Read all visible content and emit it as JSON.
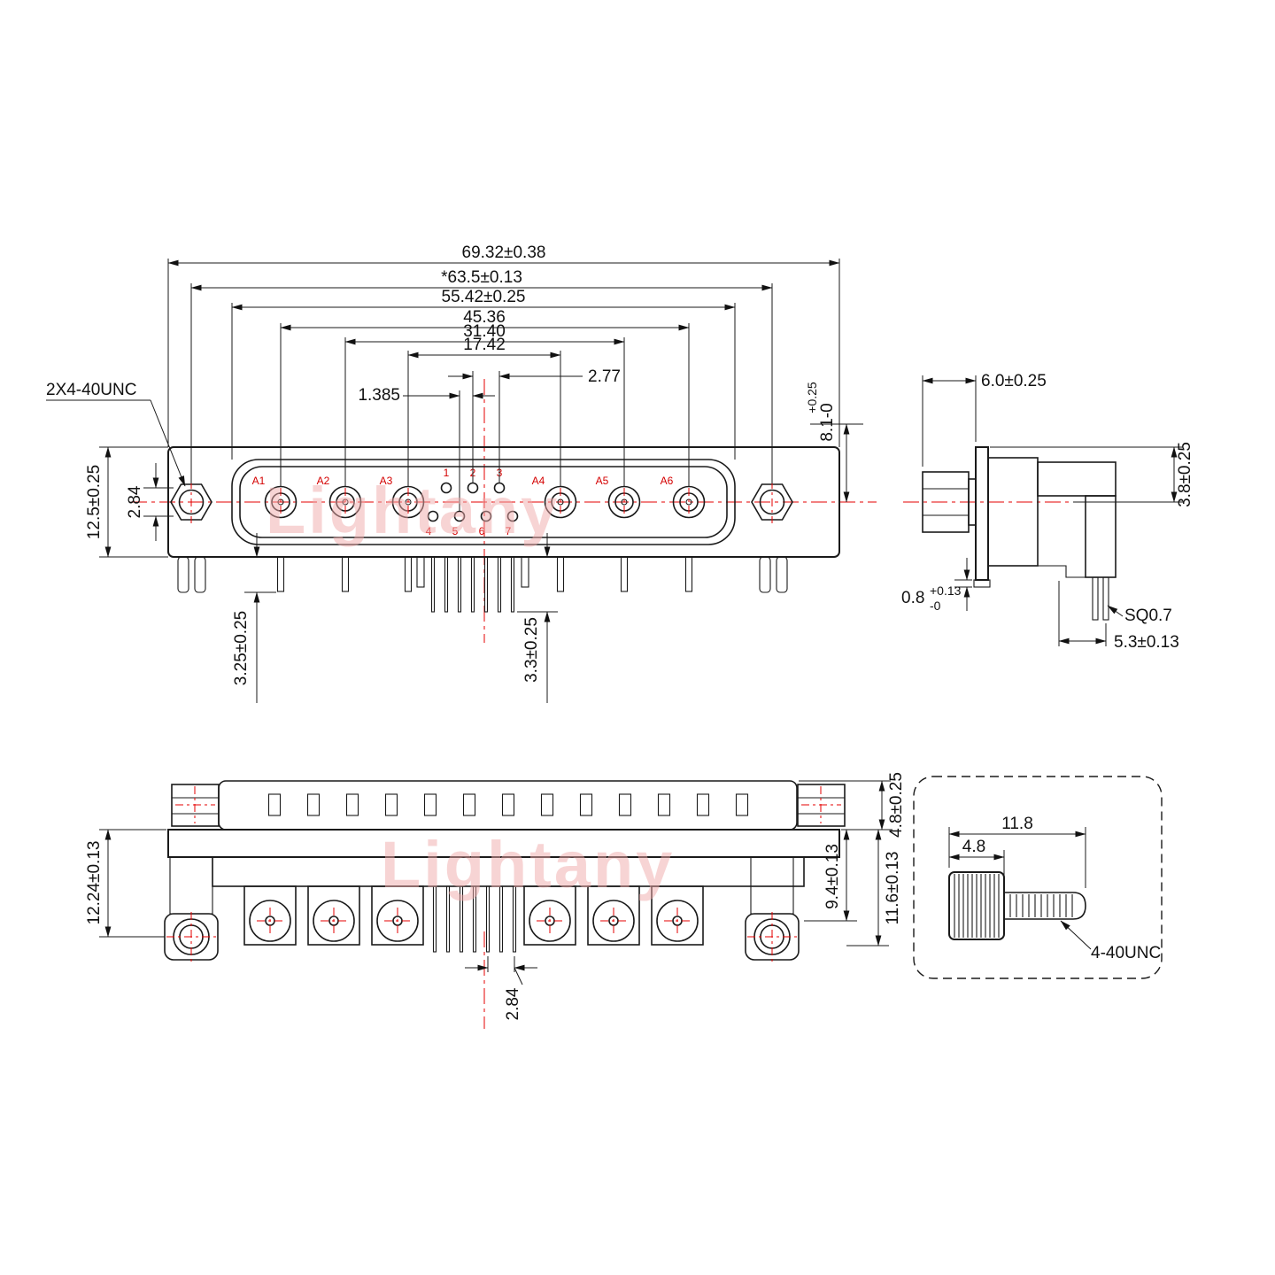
{
  "watermark": {
    "text": "Lightany"
  },
  "front": {
    "thread_label": "2X4-40UNC",
    "contacts": [
      "A1",
      "A2",
      "A3",
      "A4",
      "A5",
      "A6"
    ],
    "pins_top": [
      "1",
      "2",
      "3"
    ],
    "pins_bottom": [
      "4",
      "5",
      "6",
      "7"
    ],
    "dims": {
      "overall_width": "69.32±0.38",
      "mount_span": "*63.5±0.13",
      "shell_width": "55.42±0.25",
      "span_45_36": "45.36",
      "span_31_40": "31.40",
      "span_17_42": "17.42",
      "pin_pitch": "2.77",
      "pin_half_pitch": "1.385",
      "flange_height": "12.5±0.25",
      "row_offset": "2.84",
      "shell_height_tol": "+0.25",
      "shell_height": "8.1-0",
      "coax_pin_length": "3.25±0.25",
      "signal_pin_length": "3.3±0.25"
    }
  },
  "side": {
    "dims": {
      "front_depth": "6.0±0.25",
      "tail_height": "3.8±0.25",
      "standoff": "0.8",
      "standoff_tol_plus": "+0.13",
      "standoff_tol_minus": "-0",
      "pin_square": "SQ0.7",
      "pin_offset": "5.3±0.13"
    }
  },
  "bottom": {
    "dims": {
      "body_height": "12.24±0.13",
      "shell_depth": "4.8±0.25",
      "coax_center": "9.4±0.13",
      "coax_bottom": "11.6±0.13",
      "row_offset": "2.84"
    }
  },
  "screw": {
    "thread_label": "4-40UNC",
    "dims": {
      "length": "11.8",
      "head_dia": "4.8"
    }
  }
}
